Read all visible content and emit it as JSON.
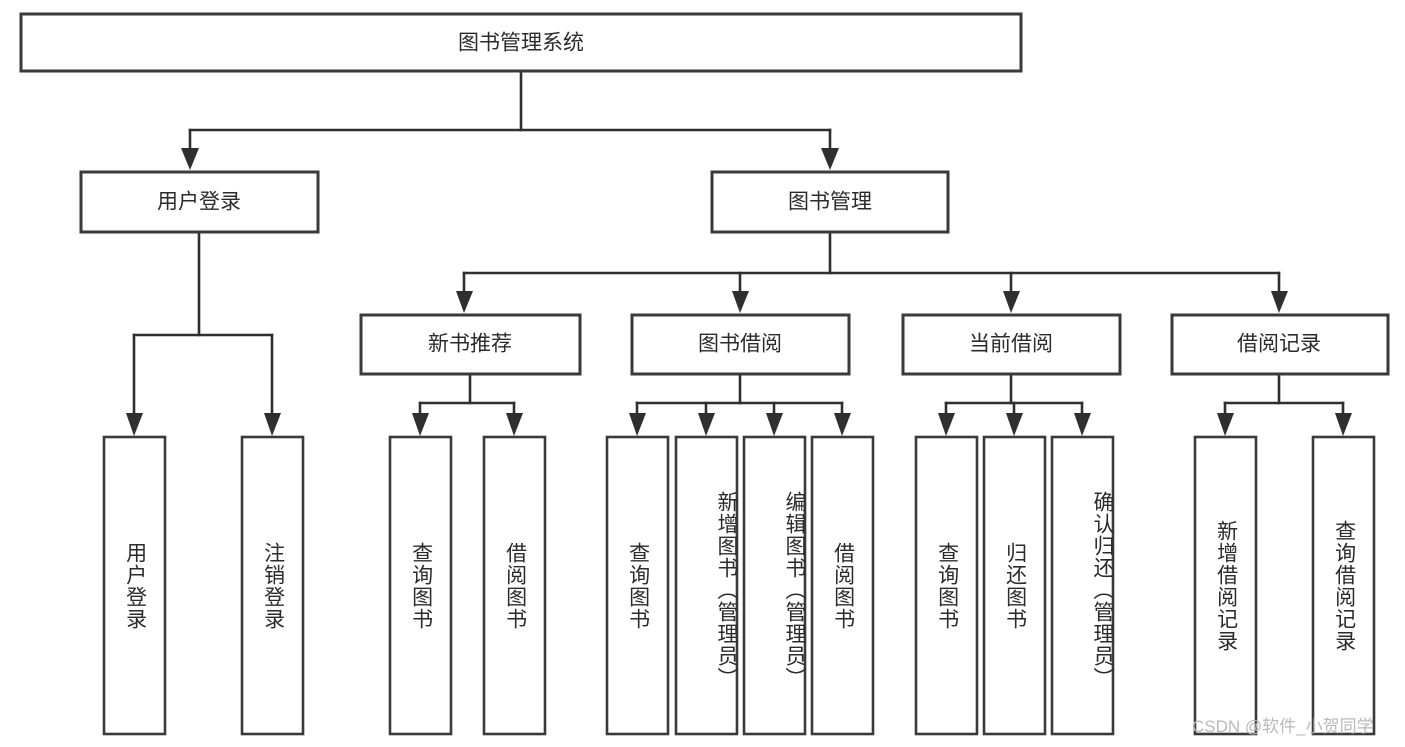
{
  "diagram": {
    "type": "tree-hierarchy",
    "title": "图书管理系统",
    "root": {
      "id": "root",
      "label": "图书管理系统"
    },
    "level1": [
      {
        "id": "user-login",
        "label": "用户登录"
      },
      {
        "id": "book-manage",
        "label": "图书管理"
      }
    ],
    "level2": [
      {
        "id": "new-book-recommend",
        "label": "新书推荐",
        "parent": "book-manage"
      },
      {
        "id": "book-borrow",
        "label": "图书借阅",
        "parent": "book-manage"
      },
      {
        "id": "current-borrow",
        "label": "当前借阅",
        "parent": "book-manage"
      },
      {
        "id": "borrow-record",
        "label": "借阅记录",
        "parent": "book-manage"
      }
    ],
    "leaves": [
      {
        "id": "leaf-user-login",
        "label": "用户登录",
        "parent": "user-login"
      },
      {
        "id": "leaf-logout-login",
        "label": "注销登录",
        "parent": "user-login"
      },
      {
        "id": "leaf-query-book-1",
        "label": "查询图书",
        "parent": "new-book-recommend"
      },
      {
        "id": "leaf-borrow-book-1",
        "label": "借阅图书",
        "parent": "new-book-recommend"
      },
      {
        "id": "leaf-query-book-2",
        "label": "查询图书",
        "parent": "book-borrow"
      },
      {
        "id": "leaf-add-book",
        "label": "新增图书（管理员）",
        "parent": "book-borrow"
      },
      {
        "id": "leaf-edit-book",
        "label": "编辑图书（管理员）",
        "parent": "book-borrow"
      },
      {
        "id": "leaf-borrow-book-2",
        "label": "借阅图书",
        "parent": "book-borrow"
      },
      {
        "id": "leaf-query-book-3",
        "label": "查询图书",
        "parent": "current-borrow"
      },
      {
        "id": "leaf-return-book",
        "label": "归还图书",
        "parent": "current-borrow"
      },
      {
        "id": "leaf-confirm-return",
        "label": "确认归还（管理员）",
        "parent": "current-borrow"
      },
      {
        "id": "leaf-add-record",
        "label": "新增借阅记录",
        "parent": "borrow-record"
      },
      {
        "id": "leaf-query-record",
        "label": "查询借阅记录",
        "parent": "borrow-record"
      }
    ],
    "watermark": "CSDN @软件_小贺同学",
    "colors": {
      "background": "#ffffff",
      "box_stroke": "#3a3a3a",
      "connector": "#2f2f2f",
      "text": "#2b2b2b",
      "watermark": "#b9b9b9"
    }
  }
}
